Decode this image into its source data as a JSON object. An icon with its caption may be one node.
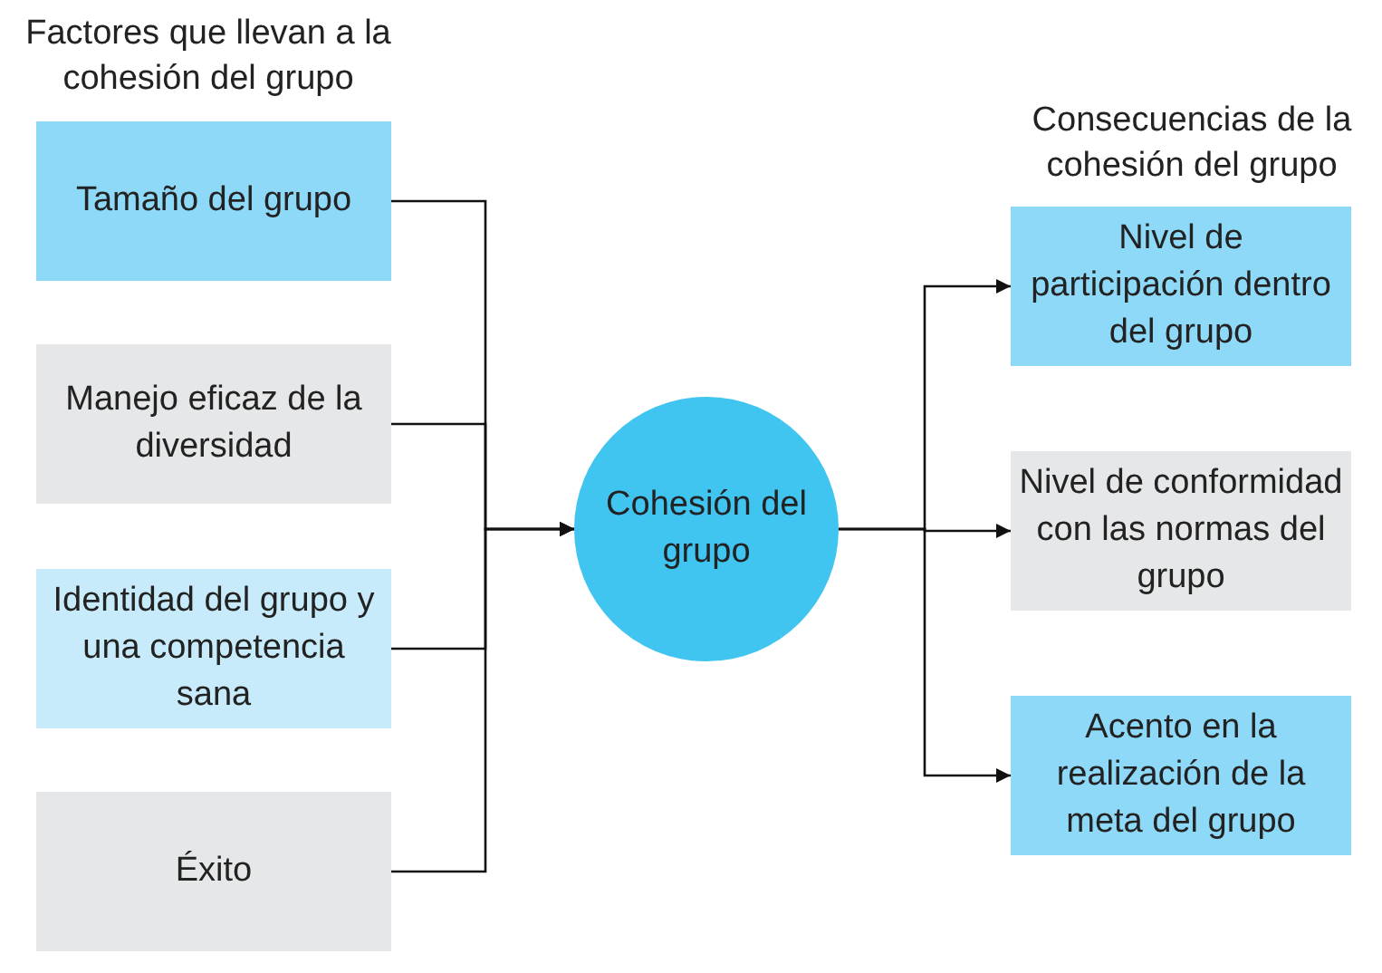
{
  "diagram": {
    "nodes": [
      {
        "text": [
          "Tamaño del grupo"
        ]
      },
      {
        "text": [
          "Manejo eficaz de la diversidad"
        ]
      },
      {
        "text": [
          "Identidad del grupo y una competencia sana"
        ]
      },
      {
        "text": [
          "Éxito"
        ]
      },
      {
        "text": [
          "Cohesión del grupo"
        ]
      },
      {
        "text": [
          "Nivel de participación dentro del grupo"
        ]
      },
      {
        "text": [
          "Nivel de conformidad con las normas del grupo"
        ]
      },
      {
        "text": [
          "Acento en la realización de la meta del grupo"
        ]
      }
    ],
    "edges": [
      {
        "from": 0,
        "to": 4,
        "arrow": "to"
      },
      {
        "from": 1,
        "to": 4,
        "arrow": "to"
      },
      {
        "from": 2,
        "to": 4,
        "arrow": "to"
      },
      {
        "from": 3,
        "to": 4,
        "arrow": "to"
      },
      {
        "from": 4,
        "to": 5,
        "arrow": "to"
      },
      {
        "from": 4,
        "to": 6,
        "arrow": "to"
      },
      {
        "from": 4,
        "to": 7,
        "arrow": "to"
      }
    ],
    "labels": [
      "Factores que llevan a la cohesión del grupo",
      "Consecuencias de la cohesión del grupo"
    ]
  }
}
